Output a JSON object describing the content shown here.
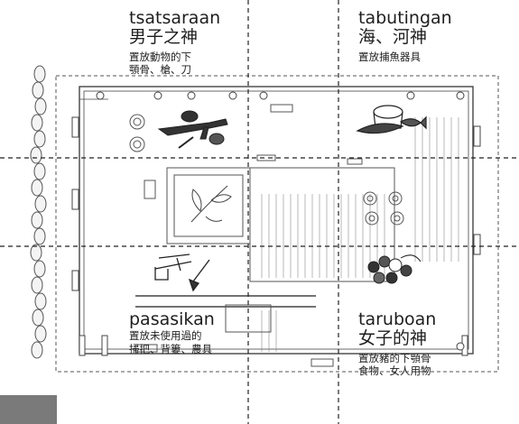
{
  "quadrants": {
    "top_left": {
      "name_en": "tsatsaraan",
      "name_zh": "男子之神",
      "note_line1": "置放動物的下",
      "note_line2": "顎骨、槍、刀"
    },
    "top_right": {
      "name_en": "tabutingan",
      "name_zh": "海、河神",
      "note_line1": "置放捕魚器具",
      "note_line2": ""
    },
    "bottom_left": {
      "name_en": "pasasikan",
      "name_zh": "",
      "note_line1": "置放未使用過的",
      "note_line2": "掃把、背簍、農具"
    },
    "bottom_right": {
      "name_en": "taruboan",
      "name_zh": "女子的神",
      "note_line1": "置放豬的下顎骨",
      "note_line2": "食物、女人用物"
    }
  },
  "colors": {
    "ink": "#1e1e1e",
    "sketch": "#4a4a4a",
    "corner_block": "#7a7a7a"
  }
}
